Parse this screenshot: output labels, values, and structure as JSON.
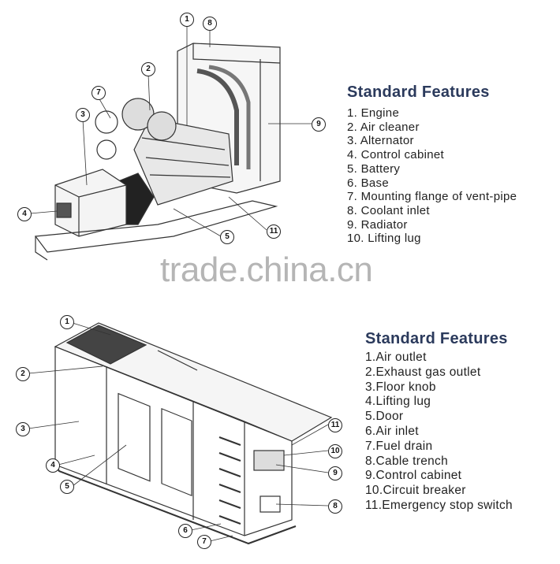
{
  "top_section": {
    "title": "Standard Features",
    "items": [
      "1. Engine",
      "2. Air cleaner",
      "3. Alternator",
      "4. Control cabinet",
      "5. Battery",
      "6. Base",
      "7. Mounting flange of vent-pipe",
      "8. Coolant inlet",
      "9. Radiator",
      "10. Lifting lug"
    ],
    "callouts": [
      "1",
      "8",
      "2",
      "7",
      "3",
      "9",
      "4",
      "11",
      "5"
    ]
  },
  "bottom_section": {
    "title": "Standard Features",
    "items": [
      "1.Air outlet",
      "2.Exhaust gas outlet",
      "3.Floor knob",
      "4.Lifting lug",
      "5.Door",
      "6.Air inlet",
      "7.Fuel drain",
      "8.Cable trench",
      "9.Control cabinet",
      "10.Circuit breaker",
      "11.Emergency stop switch"
    ],
    "callouts": [
      "1",
      "2",
      "3",
      "4",
      "5",
      "11",
      "10",
      "9",
      "8",
      "6",
      "7"
    ]
  },
  "watermark": "trade.china.cn"
}
